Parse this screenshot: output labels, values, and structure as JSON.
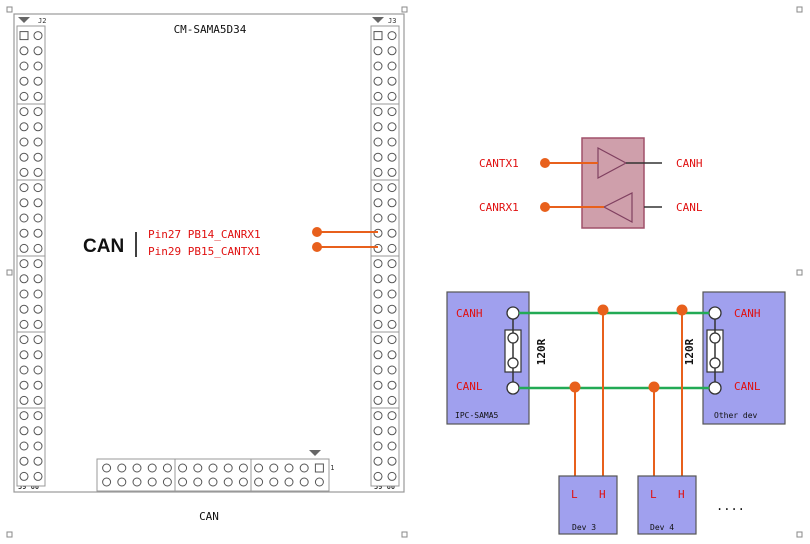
{
  "board": {
    "title": "CM-SAMA5D34",
    "caption": "CAN",
    "header_left_label": "J2",
    "header_right_label": "J3",
    "header_bottom_label": "J1",
    "left_pin_numbers": "59 60",
    "right_pin_numbers": "59 60",
    "can_label": "CAN",
    "pin_rx": "Pin27 PB14_CANRX1",
    "pin_tx": "Pin29 PB15_CANTX1"
  },
  "transceiver": {
    "tx_in": "CANTX1",
    "rx_out": "CANRX1",
    "can_h": "CANH",
    "can_l": "CANL"
  },
  "bus": {
    "node_left": {
      "canh": "CANH",
      "canl": "CANL",
      "name": "IPC-SAMA5"
    },
    "node_right": {
      "canh": "CANH",
      "canl": "CANL",
      "name": "Other dev"
    },
    "term_left": "120R",
    "term_right": "120R",
    "dev3": {
      "l": "L",
      "h": "H",
      "name": "Dev 3"
    },
    "dev4": {
      "l": "L",
      "h": "H",
      "name": "Dev 4"
    },
    "more": "...."
  },
  "colors": {
    "text_red": "#e01010",
    "wire_orange": "#e8601c",
    "bus_green": "#22aa55",
    "node_fill": "#a0a0ee",
    "transceiver_fill": "#cf9fab",
    "transceiver_stroke": "#a0506a"
  }
}
